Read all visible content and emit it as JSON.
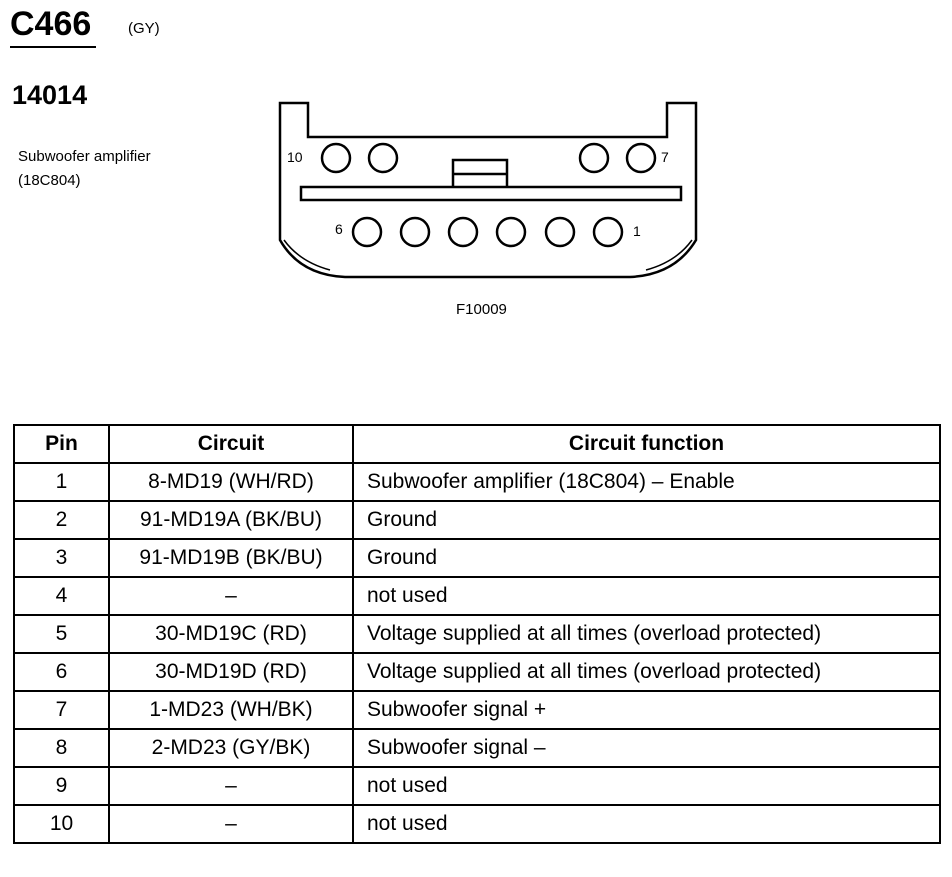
{
  "connector": {
    "code": "C466",
    "color": "(GY)",
    "part_number": "14014",
    "component_name": "Subwoofer amplifier",
    "component_code": "(18C804)",
    "figure_id": "F10009",
    "pin_labels": {
      "top_left": "10",
      "top_right": "7",
      "bottom_left": "6",
      "bottom_right": "1"
    }
  },
  "table": {
    "headers": [
      "Pin",
      "Circuit",
      "Circuit function"
    ],
    "rows": [
      {
        "pin": "1",
        "circuit": "8-MD19 (WH/RD)",
        "function": "Subwoofer amplifier (18C804) – Enable"
      },
      {
        "pin": "2",
        "circuit": "91-MD19A (BK/BU)",
        "function": "Ground"
      },
      {
        "pin": "3",
        "circuit": "91-MD19B (BK/BU)",
        "function": "Ground"
      },
      {
        "pin": "4",
        "circuit": "–",
        "function": "not used"
      },
      {
        "pin": "5",
        "circuit": "30-MD19C (RD)",
        "function": "Voltage supplied at all times (overload protected)"
      },
      {
        "pin": "6",
        "circuit": "30-MD19D (RD)",
        "function": "Voltage supplied at all times (overload protected)"
      },
      {
        "pin": "7",
        "circuit": "1-MD23 (WH/BK)",
        "function": "Subwoofer signal +"
      },
      {
        "pin": "8",
        "circuit": "2-MD23 (GY/BK)",
        "function": "Subwoofer signal –"
      },
      {
        "pin": "9",
        "circuit": "–",
        "function": "not used"
      },
      {
        "pin": "10",
        "circuit": "–",
        "function": "not used"
      }
    ]
  }
}
